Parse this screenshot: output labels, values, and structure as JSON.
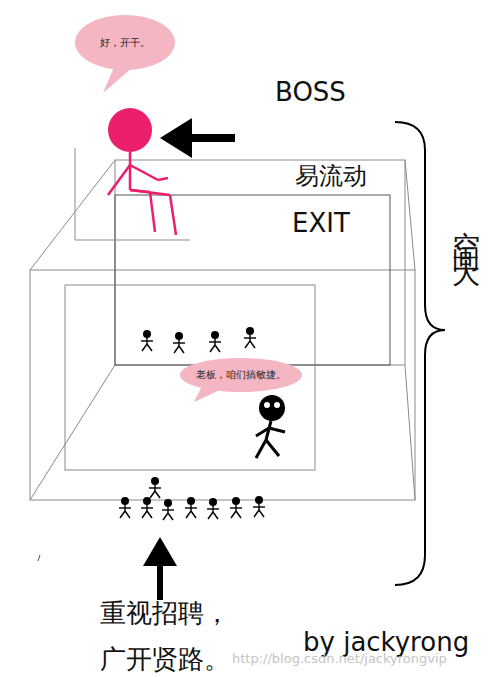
{
  "diagram": {
    "nodes": [
      {
        "text": [
          "好，开干。"
        ]
      },
      {
        "text": [
          "老板，咱们搞敏捷。"
        ]
      }
    ],
    "labels": [
      "BOSS",
      "易流动",
      "EXIT",
      "空间大",
      "重视招聘， 广开贤路。",
      "by jackyrong",
      "http://blog.csdn.net/jackyrongvip"
    ]
  }
}
